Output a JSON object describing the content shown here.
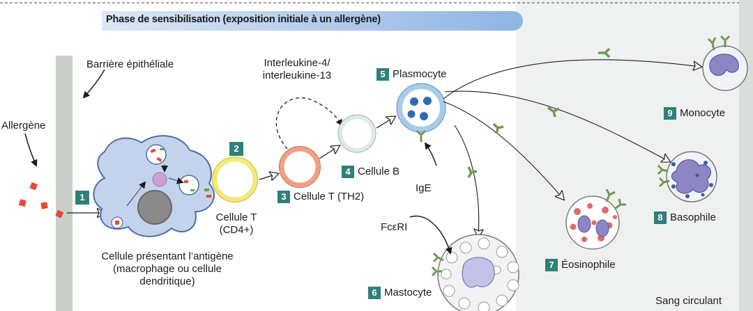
{
  "title": "Phase de sensibilisation (exposition initiale à un allergène)",
  "labels": {
    "barrier": "Barrière épithéliale",
    "allergen": "Allergène",
    "apc_line1": "Cellule présentant l’antigène",
    "apc_line2": "(macrophage ou cellule",
    "apc_line3": "dendritique)",
    "tcell_line1": "Cellule T",
    "tcell_line2": "(CD4+)",
    "il_line1": "Interleukine-4/",
    "il_line2": "interleukine-13",
    "th2": "Cellule T (TH2)",
    "bcell": "Cellule B",
    "plasmocyte": "Plasmocyte",
    "ige": "IgE",
    "fceri": "FcεRI",
    "mastocyte": "Mastocyte",
    "eosinophile": "Éosinophile",
    "basophile": "Basophile",
    "monocyte": "Monocyte",
    "sang": "Sang circulant"
  },
  "steps": {
    "s1": "1",
    "s2": "2",
    "s3": "3",
    "s4": "4",
    "s5": "5",
    "s6": "6",
    "s7": "7",
    "s8": "8",
    "s9": "9"
  },
  "colors": {
    "badge": "#2f7f7a",
    "banner": "#8fb4e3",
    "barrier": "#c9cec8",
    "apc": "#c4d3ec",
    "tcell_ring": "#f2e97a",
    "th2_ring": "#f0a184",
    "bcell_ring": "#dcebe6",
    "plasma_ring": "#a9cbe9",
    "allergen": "#e04a3a",
    "antibody": "#6f9a55"
  }
}
